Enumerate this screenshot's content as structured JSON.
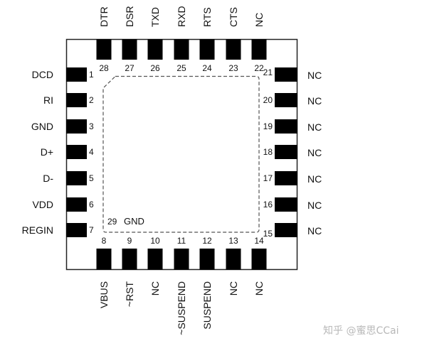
{
  "pins": {
    "top": [
      {
        "num": "28",
        "name": "DTR"
      },
      {
        "num": "27",
        "name": "DSR"
      },
      {
        "num": "26",
        "name": "TXD"
      },
      {
        "num": "25",
        "name": "RXD"
      },
      {
        "num": "24",
        "name": "RTS"
      },
      {
        "num": "23",
        "name": "CTS"
      },
      {
        "num": "22",
        "name": "NC"
      }
    ],
    "left": [
      {
        "num": "1",
        "name": "DCD"
      },
      {
        "num": "2",
        "name": "RI"
      },
      {
        "num": "3",
        "name": "GND"
      },
      {
        "num": "4",
        "name": "D+"
      },
      {
        "num": "5",
        "name": "D-"
      },
      {
        "num": "6",
        "name": "VDD"
      },
      {
        "num": "7",
        "name": "REGIN"
      }
    ],
    "right": [
      {
        "num": "21",
        "name": "NC"
      },
      {
        "num": "20",
        "name": "NC"
      },
      {
        "num": "19",
        "name": "NC"
      },
      {
        "num": "18",
        "name": "NC"
      },
      {
        "num": "17",
        "name": "NC"
      },
      {
        "num": "16",
        "name": "NC"
      },
      {
        "num": "15",
        "name": "NC"
      }
    ],
    "bottom": [
      {
        "num": "8",
        "name": "VBUS"
      },
      {
        "num": "9",
        "name": "~RST"
      },
      {
        "num": "10",
        "name": "NC"
      },
      {
        "num": "11",
        "name": "~SUSPEND"
      },
      {
        "num": "12",
        "name": "SUSPEND"
      },
      {
        "num": "13",
        "name": "NC"
      },
      {
        "num": "14",
        "name": "NC"
      }
    ]
  },
  "exposed_pad": {
    "num": "29",
    "name": "GND"
  },
  "watermark": "知乎 @蜜思CCai",
  "colors": {
    "pad": "#000000",
    "outline": "#222222",
    "dashed": "#555555",
    "watermark": "#b8b8b8"
  }
}
